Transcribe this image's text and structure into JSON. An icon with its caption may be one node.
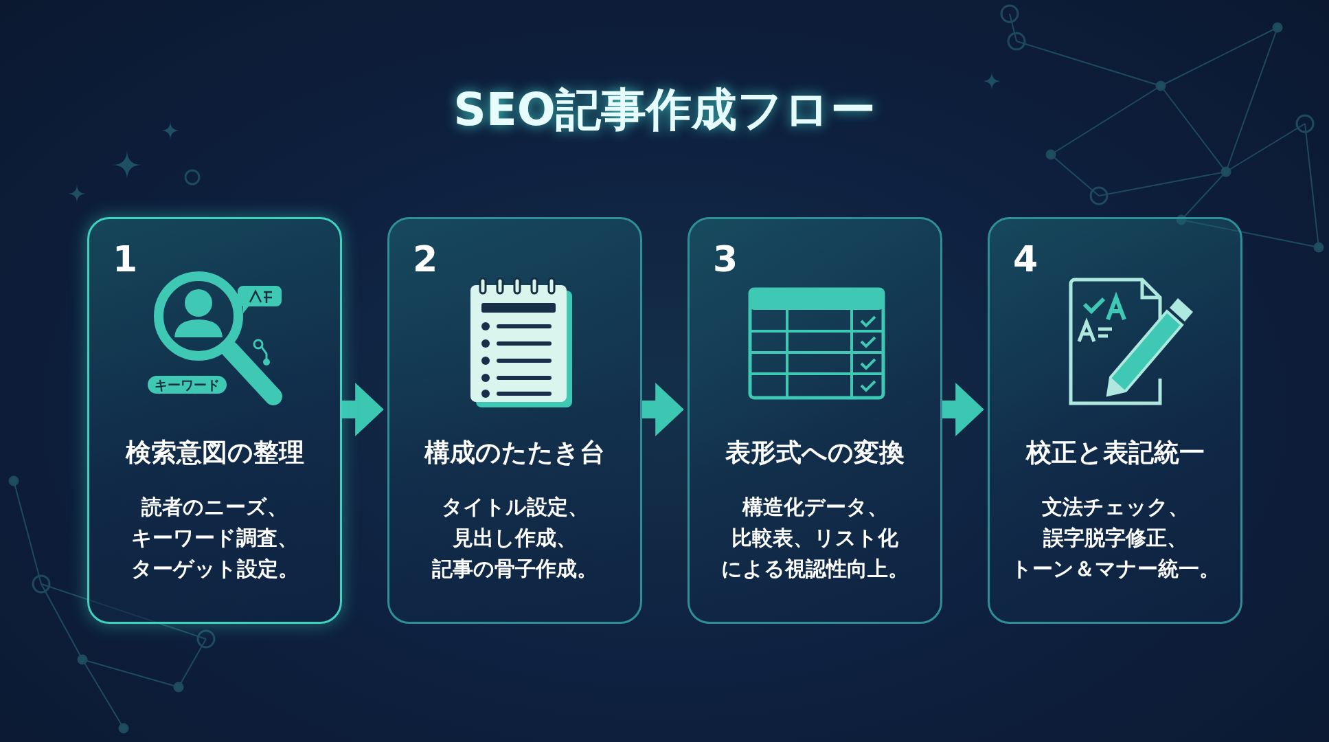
{
  "diagram": {
    "title": "SEO記事作成フロー",
    "nodes": [
      {
        "text": [
          "1",
          "検索意図の整理",
          "読者のニーズ、キーワード調査、ターゲット設定。"
        ]
      },
      {
        "text": [
          "2",
          "構成のたたき台",
          "タイトル設定、見出し作成、記事の骨子作成。"
        ]
      },
      {
        "text": [
          "3",
          "表形式への変換",
          "構造化データ、比較表、リスト化による視認性向上。"
        ]
      },
      {
        "text": [
          "4",
          "校正と表記統一",
          "文法チェック、誤字脱字修正、トーン＆マナー統一。"
        ]
      }
    ],
    "edges": [
      {
        "from": 0,
        "to": 1,
        "arrow": "to"
      },
      {
        "from": 1,
        "to": 2,
        "arrow": "to"
      },
      {
        "from": 2,
        "to": 3,
        "arrow": "to"
      }
    ],
    "labels": [
      "キーワード"
    ]
  }
}
